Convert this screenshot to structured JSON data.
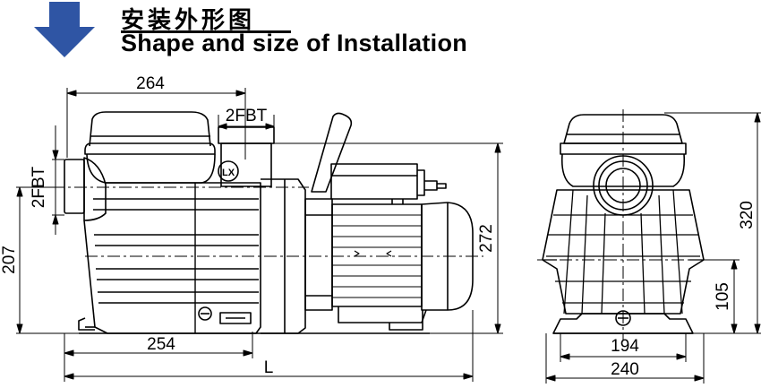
{
  "header": {
    "title_cn": "安装外形图",
    "title_en": "Shape and size of Installation"
  },
  "logo_text": "LX",
  "dimensions": {
    "top_width": "264",
    "thread_top": "2FBT",
    "thread_side": "2FBT",
    "left_height": "207",
    "total_height": "272",
    "base_length": "254",
    "total_length": "L",
    "front_height": "320",
    "front_axis_height": "105",
    "front_base_inner": "194",
    "front_base_outer": "240"
  },
  "colors": {
    "arrow": "#2f55a4",
    "line": "#000000"
  }
}
